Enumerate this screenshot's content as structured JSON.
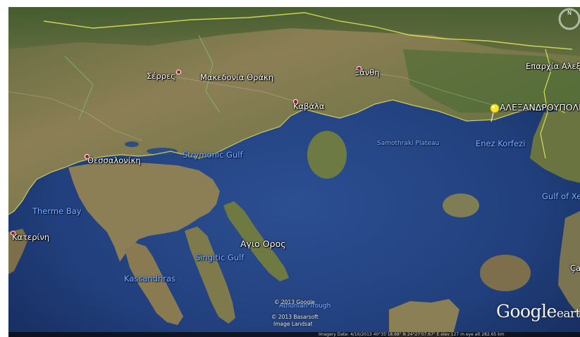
{
  "map": {
    "labels": {
      "serres": "Σέρρες",
      "makedonia_thraki": "Μακεδονία Θράκη",
      "xanthi": "Ξάνθη",
      "kavala": "Καβάλα",
      "eparchia_alex": "Επαρχία Αλεξ",
      "alexandroupoli": "ΑΛΕΞΑΝΔΡΟΥΠΟΛΗ",
      "samothraki_plateau": "Samothraki Plateau",
      "enez_korfezi": "Enez Korfezi",
      "thessaloniki": "Θεσσαλονίκη",
      "strymonic_gulf": "Strymonic Gulf",
      "gulf_of_xeros": "Gulf of Xe",
      "therme_bay": "Therme Bay",
      "katerini": "Κατερίνη",
      "agio_oros": "Αγιο Ορος",
      "singitic_gulf": "Singitic Gulf",
      "kassandhras": "Kassandhras",
      "athonian_trough": "Athonian Trough",
      "canakkale": "Çan"
    },
    "credits": {
      "line1": "© 2013 Google",
      "line2": "© 2013 Basarsoft",
      "line3": "Image Landsat"
    },
    "logo": {
      "google": "Google",
      "earth": "eart"
    },
    "status_text": "Imagery Date: 4/10/2013   40°35'18.68\" N   24°27'07.67\" E   elev   127 m   eye alt  282.65 km",
    "pin_icon": "yellow-pushpin-icon",
    "compass_icon": "navigation-compass-icon",
    "colors": {
      "sea": "#22407a",
      "land": "#7a7a4c",
      "border_yellow": "#e8e85a",
      "pin": "#f5e62a"
    }
  }
}
